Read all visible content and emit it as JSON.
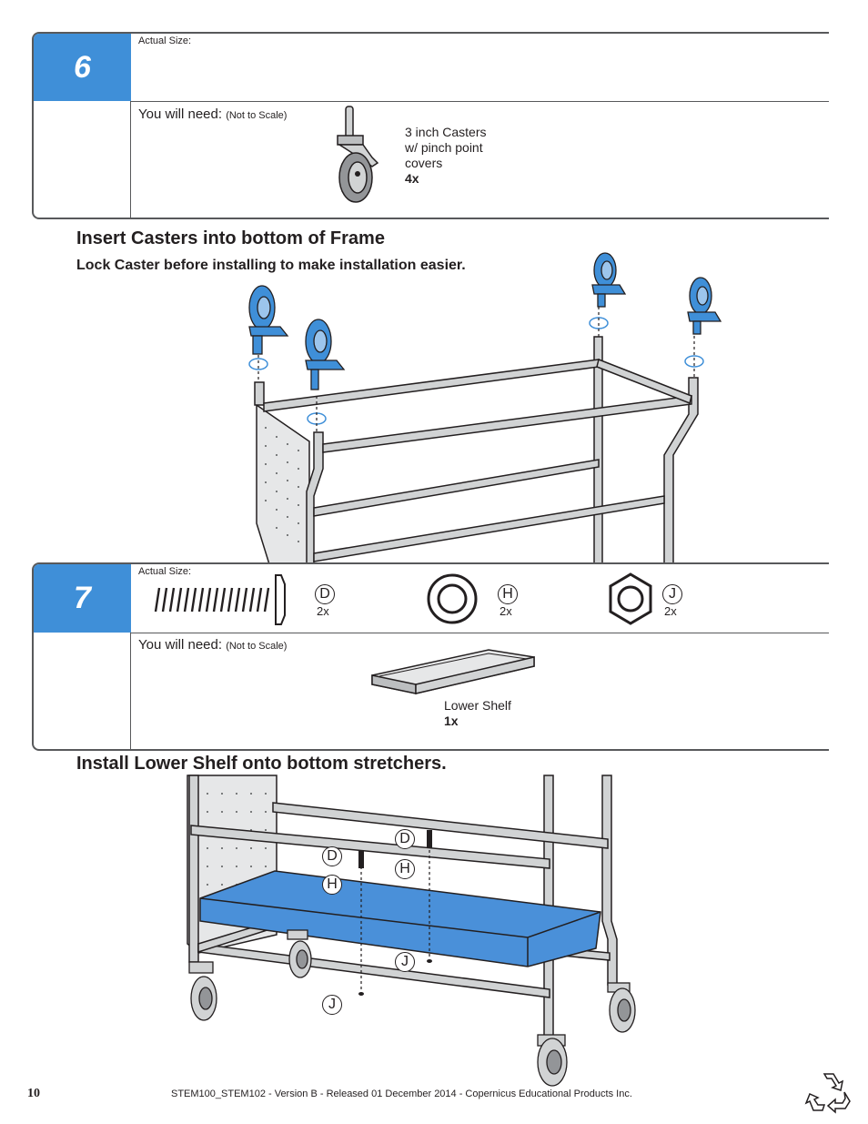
{
  "step6": {
    "number": "6",
    "actual_size_label": "Actual Size:",
    "you_will_need": "You will need:",
    "not_to_scale": "(Not to Scale)",
    "part": {
      "line1": "3 inch Casters",
      "line2": "w/ pinch point",
      "line3": "covers",
      "qty": "4x"
    },
    "heading": "Insert Casters into bottom of Frame",
    "subheading": "Lock Caster before installing to make installation easier."
  },
  "step7": {
    "number": "7",
    "actual_size_label": "Actual Size:",
    "hardware": [
      {
        "letter": "D",
        "qty": "2x",
        "icon": "bolt-icon"
      },
      {
        "letter": "H",
        "qty": "2x",
        "icon": "washer-icon"
      },
      {
        "letter": "J",
        "qty": "2x",
        "icon": "hex-nut-icon"
      }
    ],
    "you_will_need": "You will need:",
    "not_to_scale": "(Not to Scale)",
    "part": {
      "line1": "Lower Shelf",
      "qty": "1x"
    },
    "heading": "Install Lower Shelf onto bottom stretchers.",
    "callouts": [
      "D",
      "D",
      "H",
      "H",
      "J",
      "J"
    ]
  },
  "footer": {
    "page_number": "10",
    "text": "STEM100_STEM102 - Version B - Released 01 December 2014 - Copernicus Educational Products Inc.",
    "recycle_icon": "recycle-icon"
  },
  "colors": {
    "step_blue": "#3f8fd8",
    "part_blue": "#4a90d9",
    "frame_gray": "#c8c9cb",
    "outline": "#231f20"
  }
}
